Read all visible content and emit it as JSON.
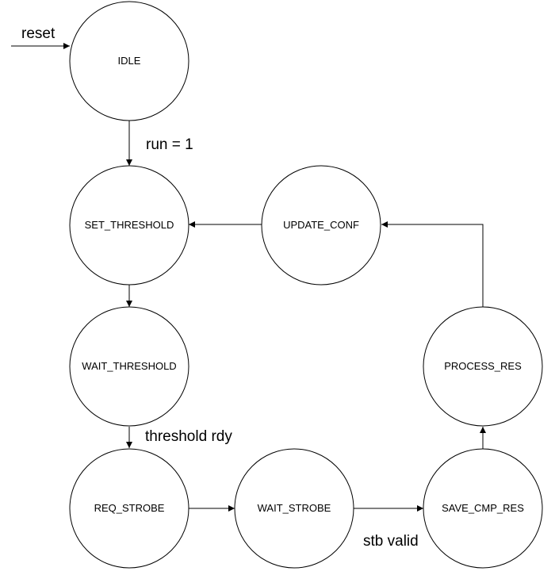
{
  "diagram": {
    "states": {
      "idle": "IDLE",
      "set_threshold": "SET_THRESHOLD",
      "update_conf": "UPDATE_CONF",
      "wait_threshold": "WAIT_THRESHOLD",
      "process_res": "PROCESS_RES",
      "req_strobe": "REQ_STROBE",
      "wait_strobe": "WAIT_STROBE",
      "save_cmp_res": "SAVE_CMP_RES"
    },
    "transitions": {
      "reset": "reset",
      "run": "run = 1",
      "threshold_rdy": "threshold rdy",
      "stb_valid": "stb valid"
    },
    "colors": {
      "stroke": "#000000",
      "fill": "#ffffff"
    }
  }
}
